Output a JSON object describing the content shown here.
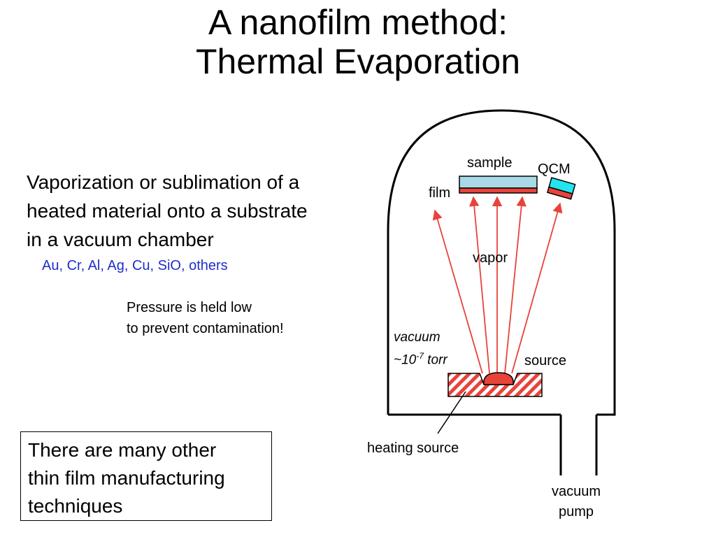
{
  "title": {
    "line1": "A nanofilm method:",
    "line2": "Thermal Evaporation"
  },
  "description": {
    "line1": "Vaporization or sublimation of a",
    "line2": "heated material onto a substrate",
    "line3": "in a vacuum chamber"
  },
  "materials": "Au, Cr, Al, Ag, Cu, SiO, others",
  "pressure_note": {
    "line1": "Pressure is held low",
    "line2": "to prevent contamination!"
  },
  "box_note": {
    "line1": "There are many other",
    "line2": "thin film manufacturing",
    "line3": "techniques"
  },
  "diagram": {
    "sample": "sample",
    "qcm": "QCM",
    "film": "film",
    "vapor": "vapor",
    "vacuum_label": "vacuum",
    "pressure_prefix": "~10",
    "pressure_exp": "-7",
    "pressure_unit": " torr",
    "source": "source",
    "heating_source": "heating source",
    "vacuum_pump_line1": "vacuum",
    "vacuum_pump_line2": "pump"
  },
  "colors": {
    "materials_text": "#1f2ec8",
    "film_red": "#e8433a",
    "sample_blue": "#a9d8e6",
    "qcm_cyan": "#22e5f0",
    "arrow_red": "#e8433a"
  }
}
